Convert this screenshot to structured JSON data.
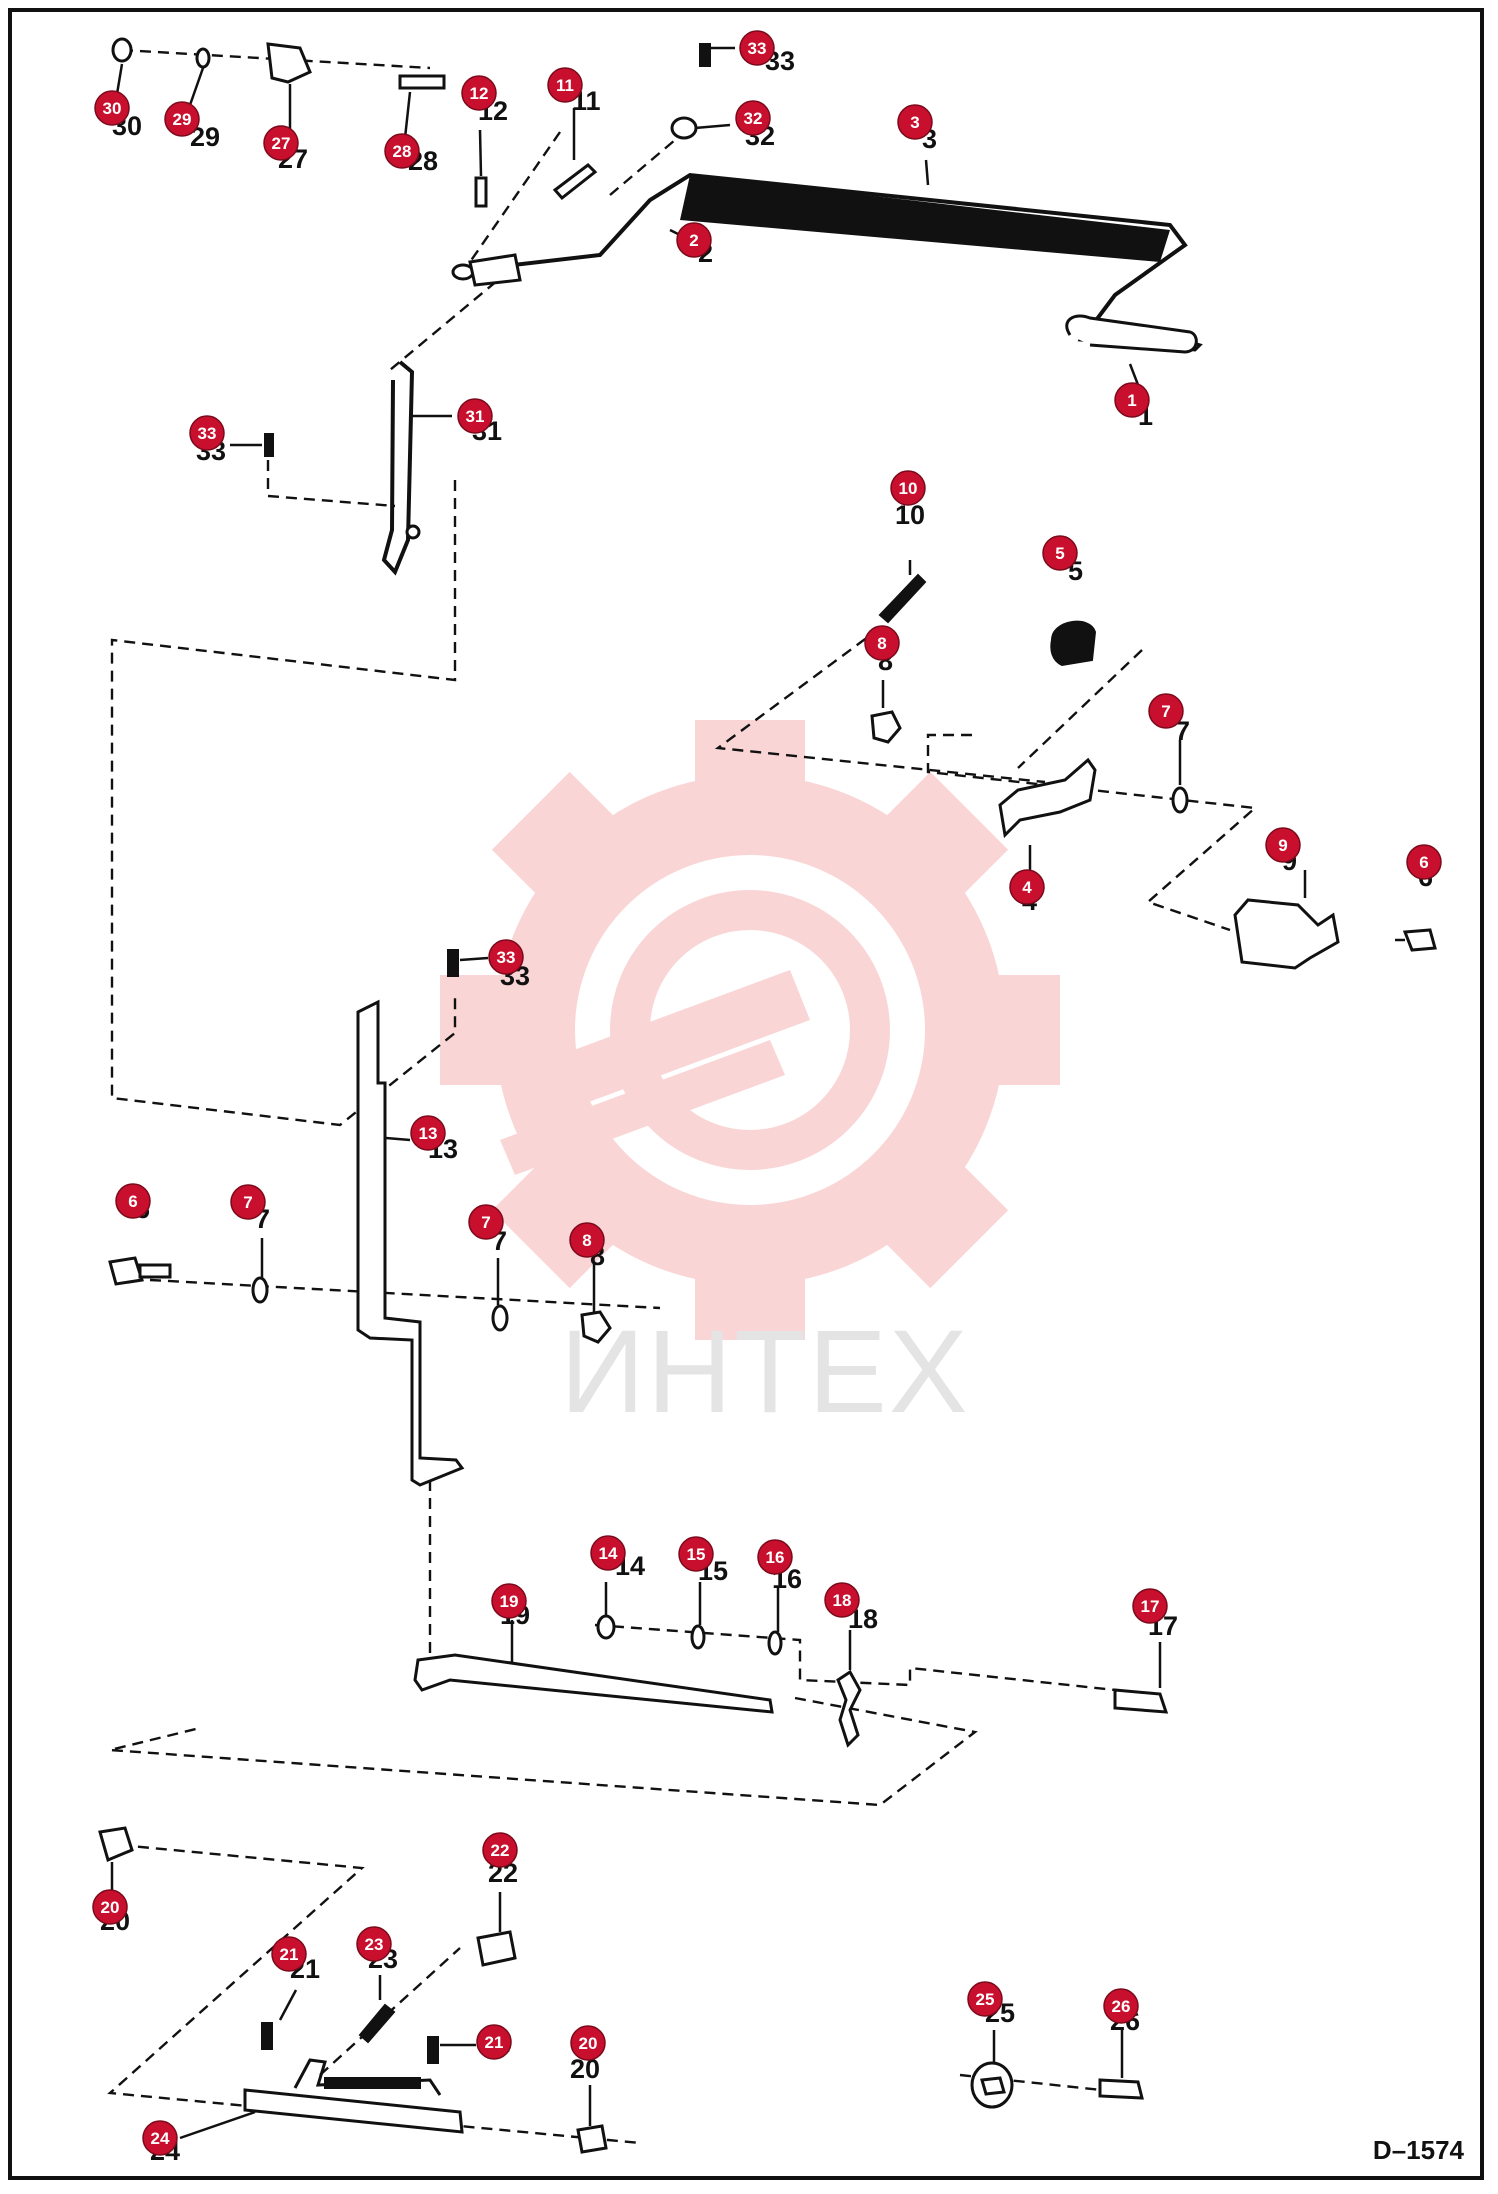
{
  "drawing_number": "D–1574",
  "watermark": {
    "text": "ИНТЕХ",
    "color": "#f5a5a5"
  },
  "callouts": [
    {
      "label": "30"
    },
    {
      "label": "29"
    },
    {
      "label": "27"
    },
    {
      "label": "28"
    },
    {
      "label": "12"
    },
    {
      "label": "11"
    },
    {
      "label": "33"
    },
    {
      "label": "32"
    },
    {
      "label": "3"
    },
    {
      "label": "2"
    },
    {
      "label": "1"
    },
    {
      "label": "31"
    },
    {
      "label": "33"
    },
    {
      "label": "10"
    },
    {
      "label": "5"
    },
    {
      "label": "8"
    },
    {
      "label": "7"
    },
    {
      "label": "4"
    },
    {
      "label": "9"
    },
    {
      "label": "6"
    },
    {
      "label": "33"
    },
    {
      "label": "13"
    },
    {
      "label": "6"
    },
    {
      "label": "7"
    },
    {
      "label": "7"
    },
    {
      "label": "8"
    },
    {
      "label": "14"
    },
    {
      "label": "15"
    },
    {
      "label": "16"
    },
    {
      "label": "18"
    },
    {
      "label": "19"
    },
    {
      "label": "17"
    },
    {
      "label": "22"
    },
    {
      "label": "20"
    },
    {
      "label": "23"
    },
    {
      "label": "21"
    },
    {
      "label": "21"
    },
    {
      "label": "20"
    },
    {
      "label": "24"
    },
    {
      "label": "25"
    },
    {
      "label": "26"
    }
  ],
  "callout_color": "#c8102e"
}
